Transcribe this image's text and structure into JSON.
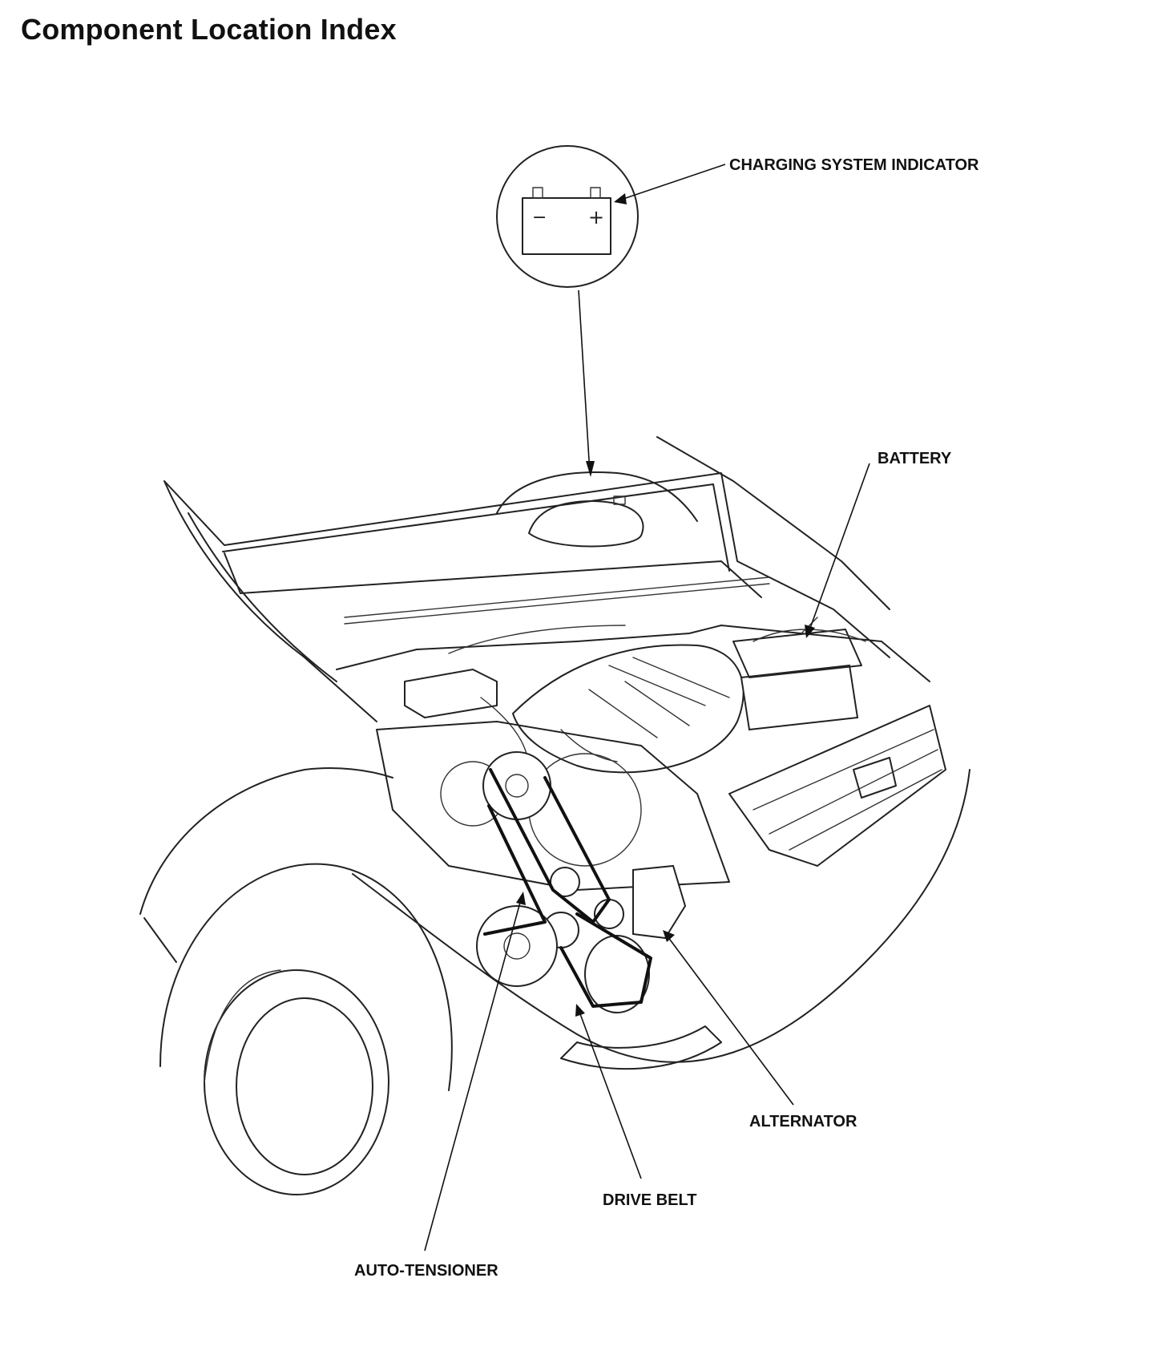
{
  "title": "Component Location Index",
  "labels": {
    "charging_system_indicator": "CHARGING SYSTEM INDICATOR",
    "battery": "BATTERY",
    "alternator": "ALTERNATOR",
    "drive_belt": "DRIVE BELT",
    "auto_tensioner": "AUTO-TENSIONER"
  },
  "icons": {
    "indicator_symbol": "battery-icon",
    "minus_sign": "−",
    "plus_sign": "+"
  }
}
